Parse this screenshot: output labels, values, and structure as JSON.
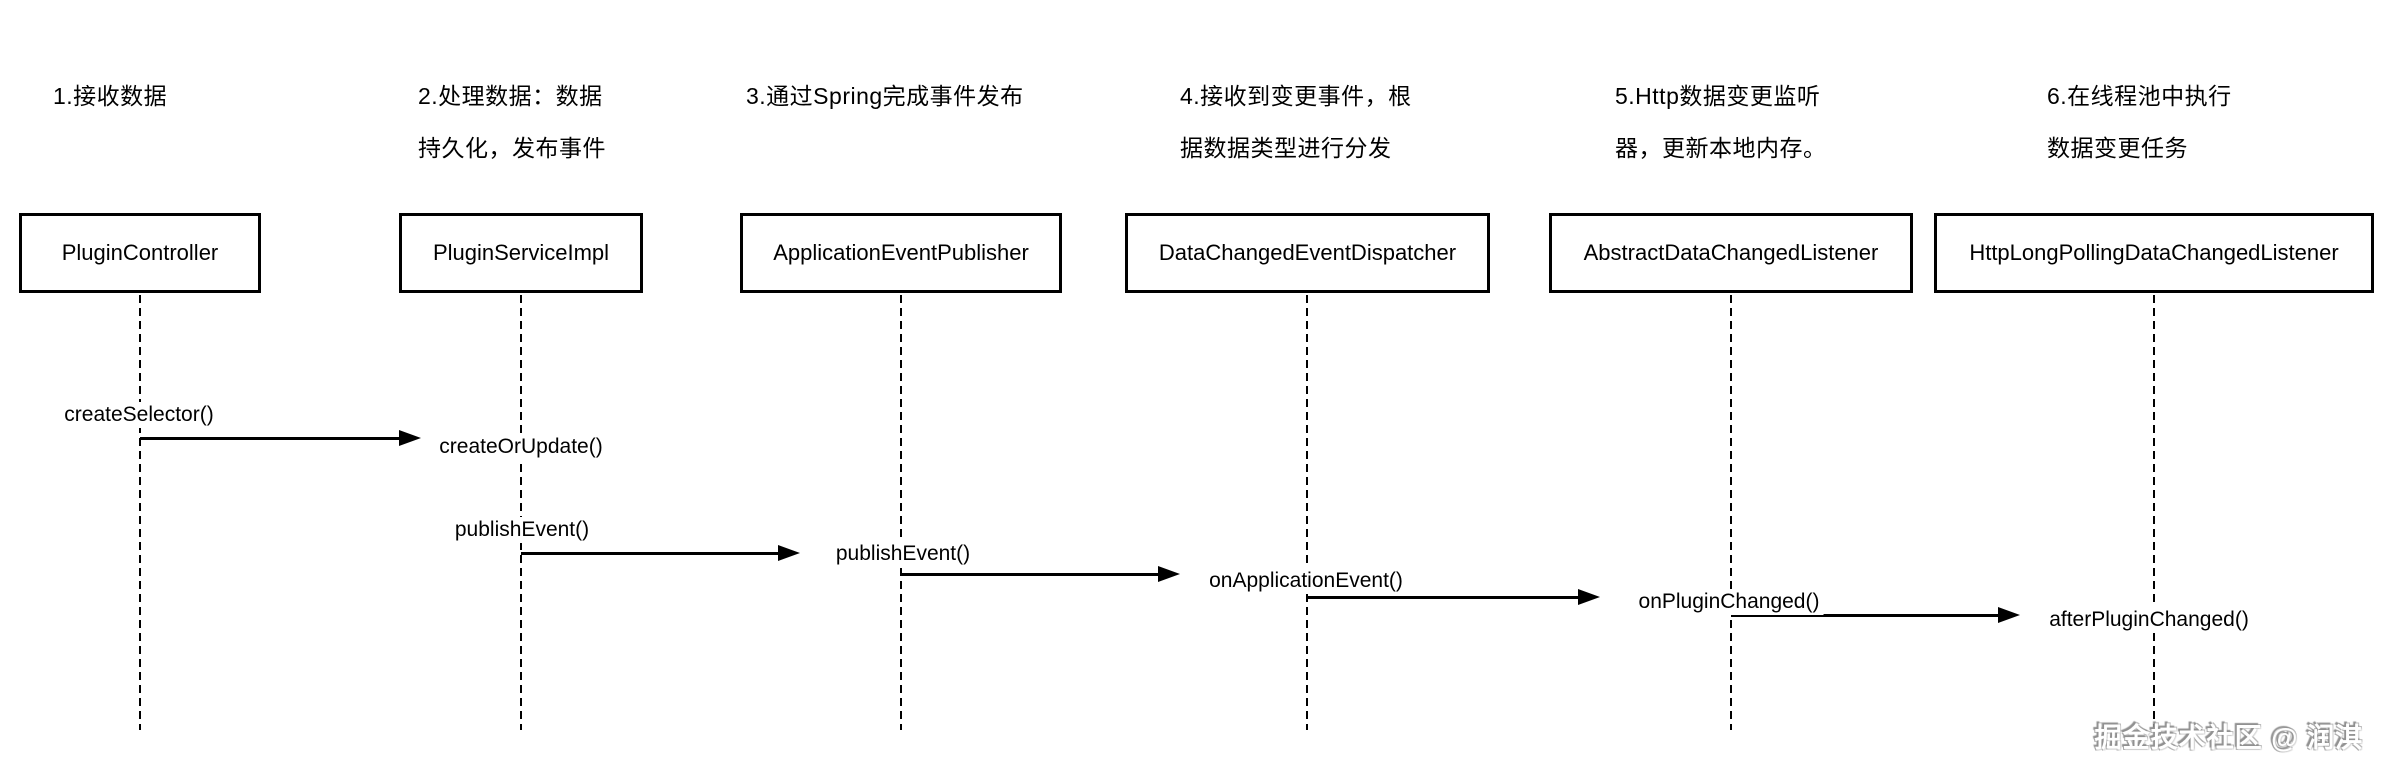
{
  "colors": {
    "background": "#ffffff",
    "line": "#000000",
    "text": "#000000",
    "watermark_fill": "#ffffff",
    "watermark_shadow": "#909090"
  },
  "participants": [
    {
      "caption_lines": [
        "1.接收数据"
      ],
      "box_label": "PluginController"
    },
    {
      "caption_lines": [
        "2.处理数据：数据",
        "持久化，发布事件"
      ],
      "box_label": "PluginServiceImpl"
    },
    {
      "caption_lines": [
        "3.通过Spring完成事件发布"
      ],
      "box_label": "ApplicationEventPublisher"
    },
    {
      "caption_lines": [
        "4.接收到变更事件，根",
        "据数据类型进行分发"
      ],
      "box_label": "DataChangedEventDispatcher"
    },
    {
      "caption_lines": [
        "5.Http数据变更监听",
        "器，更新本地内存。"
      ],
      "box_label": "AbstractDataChangedListener"
    },
    {
      "caption_lines": [
        "6.在线程池中执行",
        "数据变更任务"
      ],
      "box_label": "HttpLongPollingDataChangedListener"
    }
  ],
  "messages": [
    {
      "label": "createSelector()",
      "from": "PluginController",
      "to": "PluginController",
      "role": "source-call"
    },
    {
      "label": "createOrUpdate()",
      "from": "PluginController",
      "to": "PluginServiceImpl",
      "role": "target-method"
    },
    {
      "label": "publishEvent()",
      "from": "PluginServiceImpl",
      "to": "PluginServiceImpl",
      "role": "source-call"
    },
    {
      "label": "publishEvent()",
      "from": "PluginServiceImpl",
      "to": "ApplicationEventPublisher",
      "role": "target-method"
    },
    {
      "label": "onApplicationEvent()",
      "from": "ApplicationEventPublisher",
      "to": "DataChangedEventDispatcher",
      "role": "target-method"
    },
    {
      "label": "onPluginChanged()",
      "from": "DataChangedEventDispatcher",
      "to": "AbstractDataChangedListener",
      "role": "target-method"
    },
    {
      "label": "afterPluginChanged()",
      "from": "AbstractDataChangedListener",
      "to": "HttpLongPollingDataChangedListener",
      "role": "target-method"
    }
  ],
  "watermark": "掘金技术社区 @ 润淇"
}
